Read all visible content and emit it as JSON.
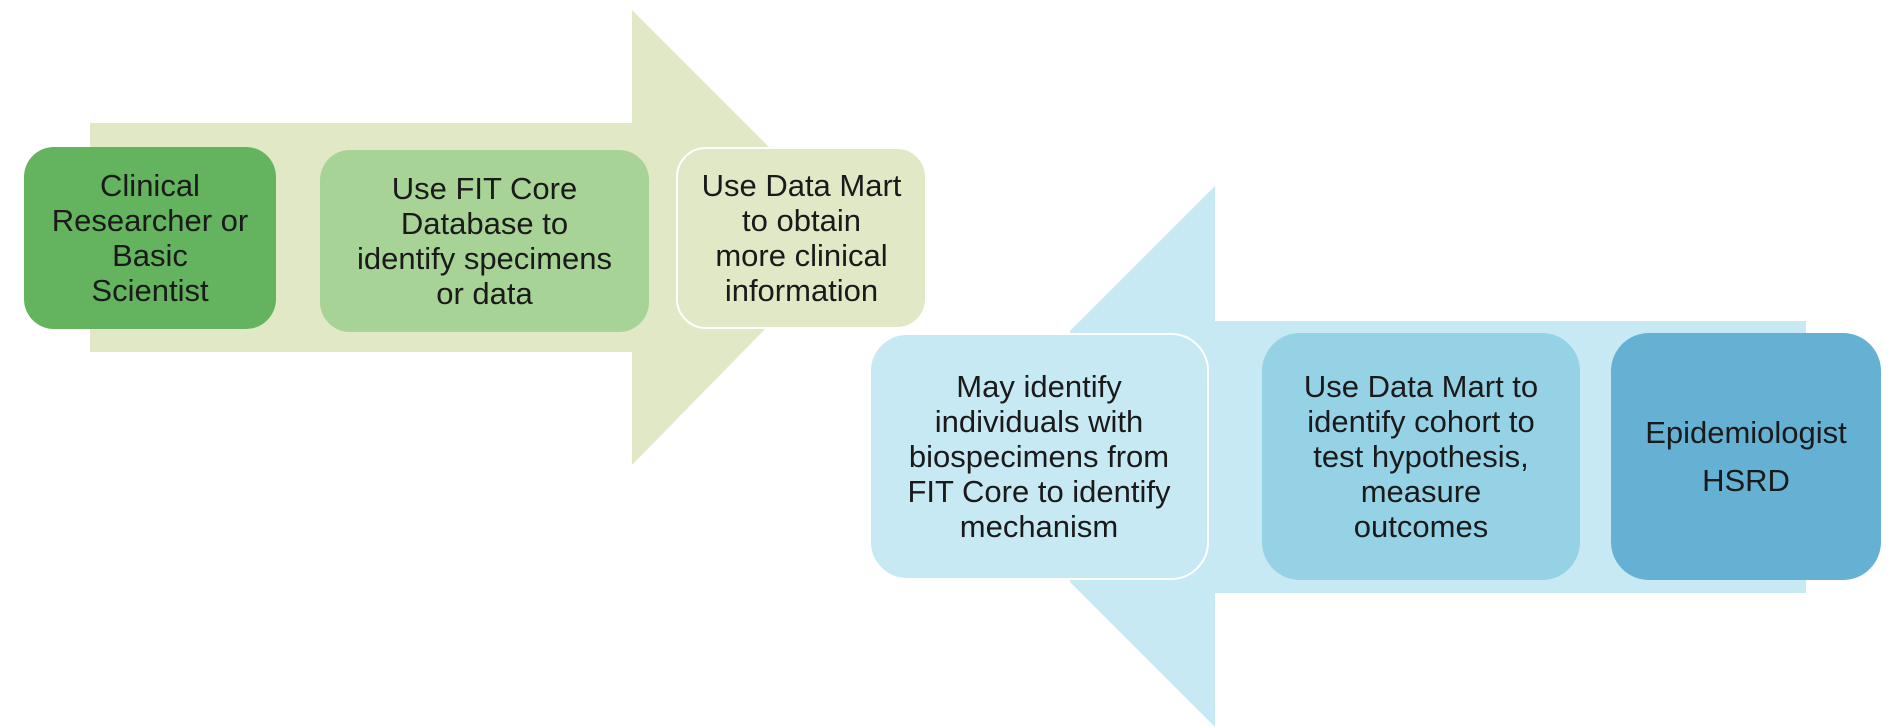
{
  "colors": {
    "green_arrow": "#e0e8c5",
    "blue_arrow": "#c6e9f3",
    "box_dark_green": "#64b35f",
    "box_mid_green": "#a8d396",
    "box_light_green": "#e0e8c5",
    "box_light_blue": "#c6e9f3",
    "box_mid_blue": "#96d2e6",
    "box_dark_blue": "#65b1d4"
  },
  "top_flow": {
    "boxes": [
      {
        "lines": [
          "Clinical",
          "Researcher or",
          "Basic",
          "Scientist"
        ]
      },
      {
        "lines": [
          "Use FIT Core",
          "Database to",
          "identify specimens",
          "or data"
        ]
      },
      {
        "lines": [
          "Use Data Mart",
          "to obtain",
          "more clinical",
          "information"
        ]
      }
    ]
  },
  "bottom_flow": {
    "boxes": [
      {
        "lines": [
          "May identify",
          "individuals with",
          "biospecimens from",
          "FIT Core to identify",
          "mechanism"
        ]
      },
      {
        "lines": [
          "Use Data Mart to",
          "identify cohort to",
          "test hypothesis,",
          "measure",
          "outcomes"
        ]
      },
      {
        "lines": [
          "Epidemiologist",
          "HSRD"
        ]
      }
    ]
  }
}
